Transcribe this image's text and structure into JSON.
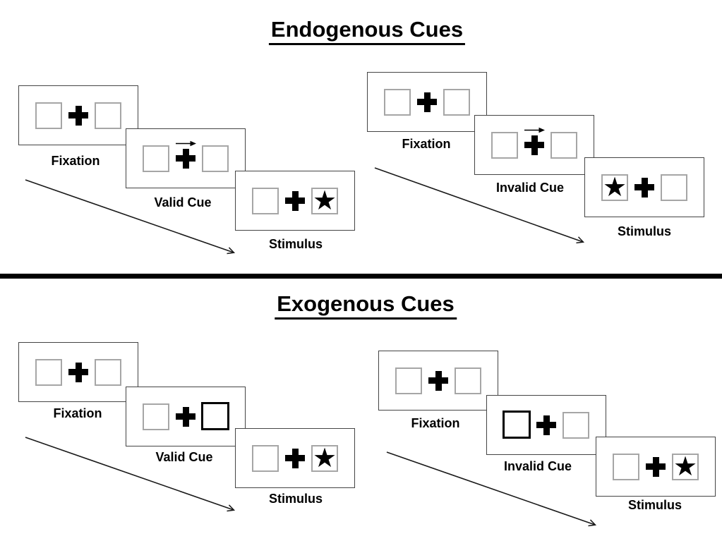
{
  "colors": {
    "background": "#ffffff",
    "panel_border": "#444444",
    "box_border": "#a6a6a6",
    "cue_box_border": "#000000",
    "text": "#000000",
    "divider": "#000000"
  },
  "glyphs": {
    "star": "★"
  },
  "sections": [
    {
      "title": "Endogenous Cues",
      "sequences": [
        {
          "name": "valid",
          "panels": [
            {
              "label": "Fixation",
              "left_box": "empty",
              "center": "plus",
              "right_box": "empty"
            },
            {
              "label": "Valid Cue",
              "left_box": "empty",
              "center": "plus-with-right-arrow",
              "right_box": "empty"
            },
            {
              "label": "Stimulus",
              "left_box": "empty",
              "center": "plus",
              "right_box": "star"
            }
          ]
        },
        {
          "name": "invalid",
          "panels": [
            {
              "label": "Fixation",
              "left_box": "empty",
              "center": "plus",
              "right_box": "empty"
            },
            {
              "label": "Invalid Cue",
              "left_box": "empty",
              "center": "plus-with-right-arrow",
              "right_box": "empty"
            },
            {
              "label": "Stimulus",
              "left_box": "star",
              "center": "plus",
              "right_box": "empty"
            }
          ]
        }
      ]
    },
    {
      "title": "Exogenous Cues",
      "sequences": [
        {
          "name": "valid",
          "panels": [
            {
              "label": "Fixation",
              "left_box": "empty",
              "center": "plus",
              "right_box": "empty"
            },
            {
              "label": "Valid Cue",
              "left_box": "empty",
              "center": "plus",
              "right_box": "thick-outline"
            },
            {
              "label": "Stimulus",
              "left_box": "empty",
              "center": "plus",
              "right_box": "star"
            }
          ]
        },
        {
          "name": "invalid",
          "panels": [
            {
              "label": "Fixation",
              "left_box": "empty",
              "center": "plus",
              "right_box": "empty"
            },
            {
              "label": "Invalid Cue",
              "left_box": "thick-outline",
              "center": "plus",
              "right_box": "empty"
            },
            {
              "label": "Stimulus",
              "left_box": "empty",
              "center": "plus",
              "right_box": "star"
            }
          ]
        }
      ]
    }
  ]
}
